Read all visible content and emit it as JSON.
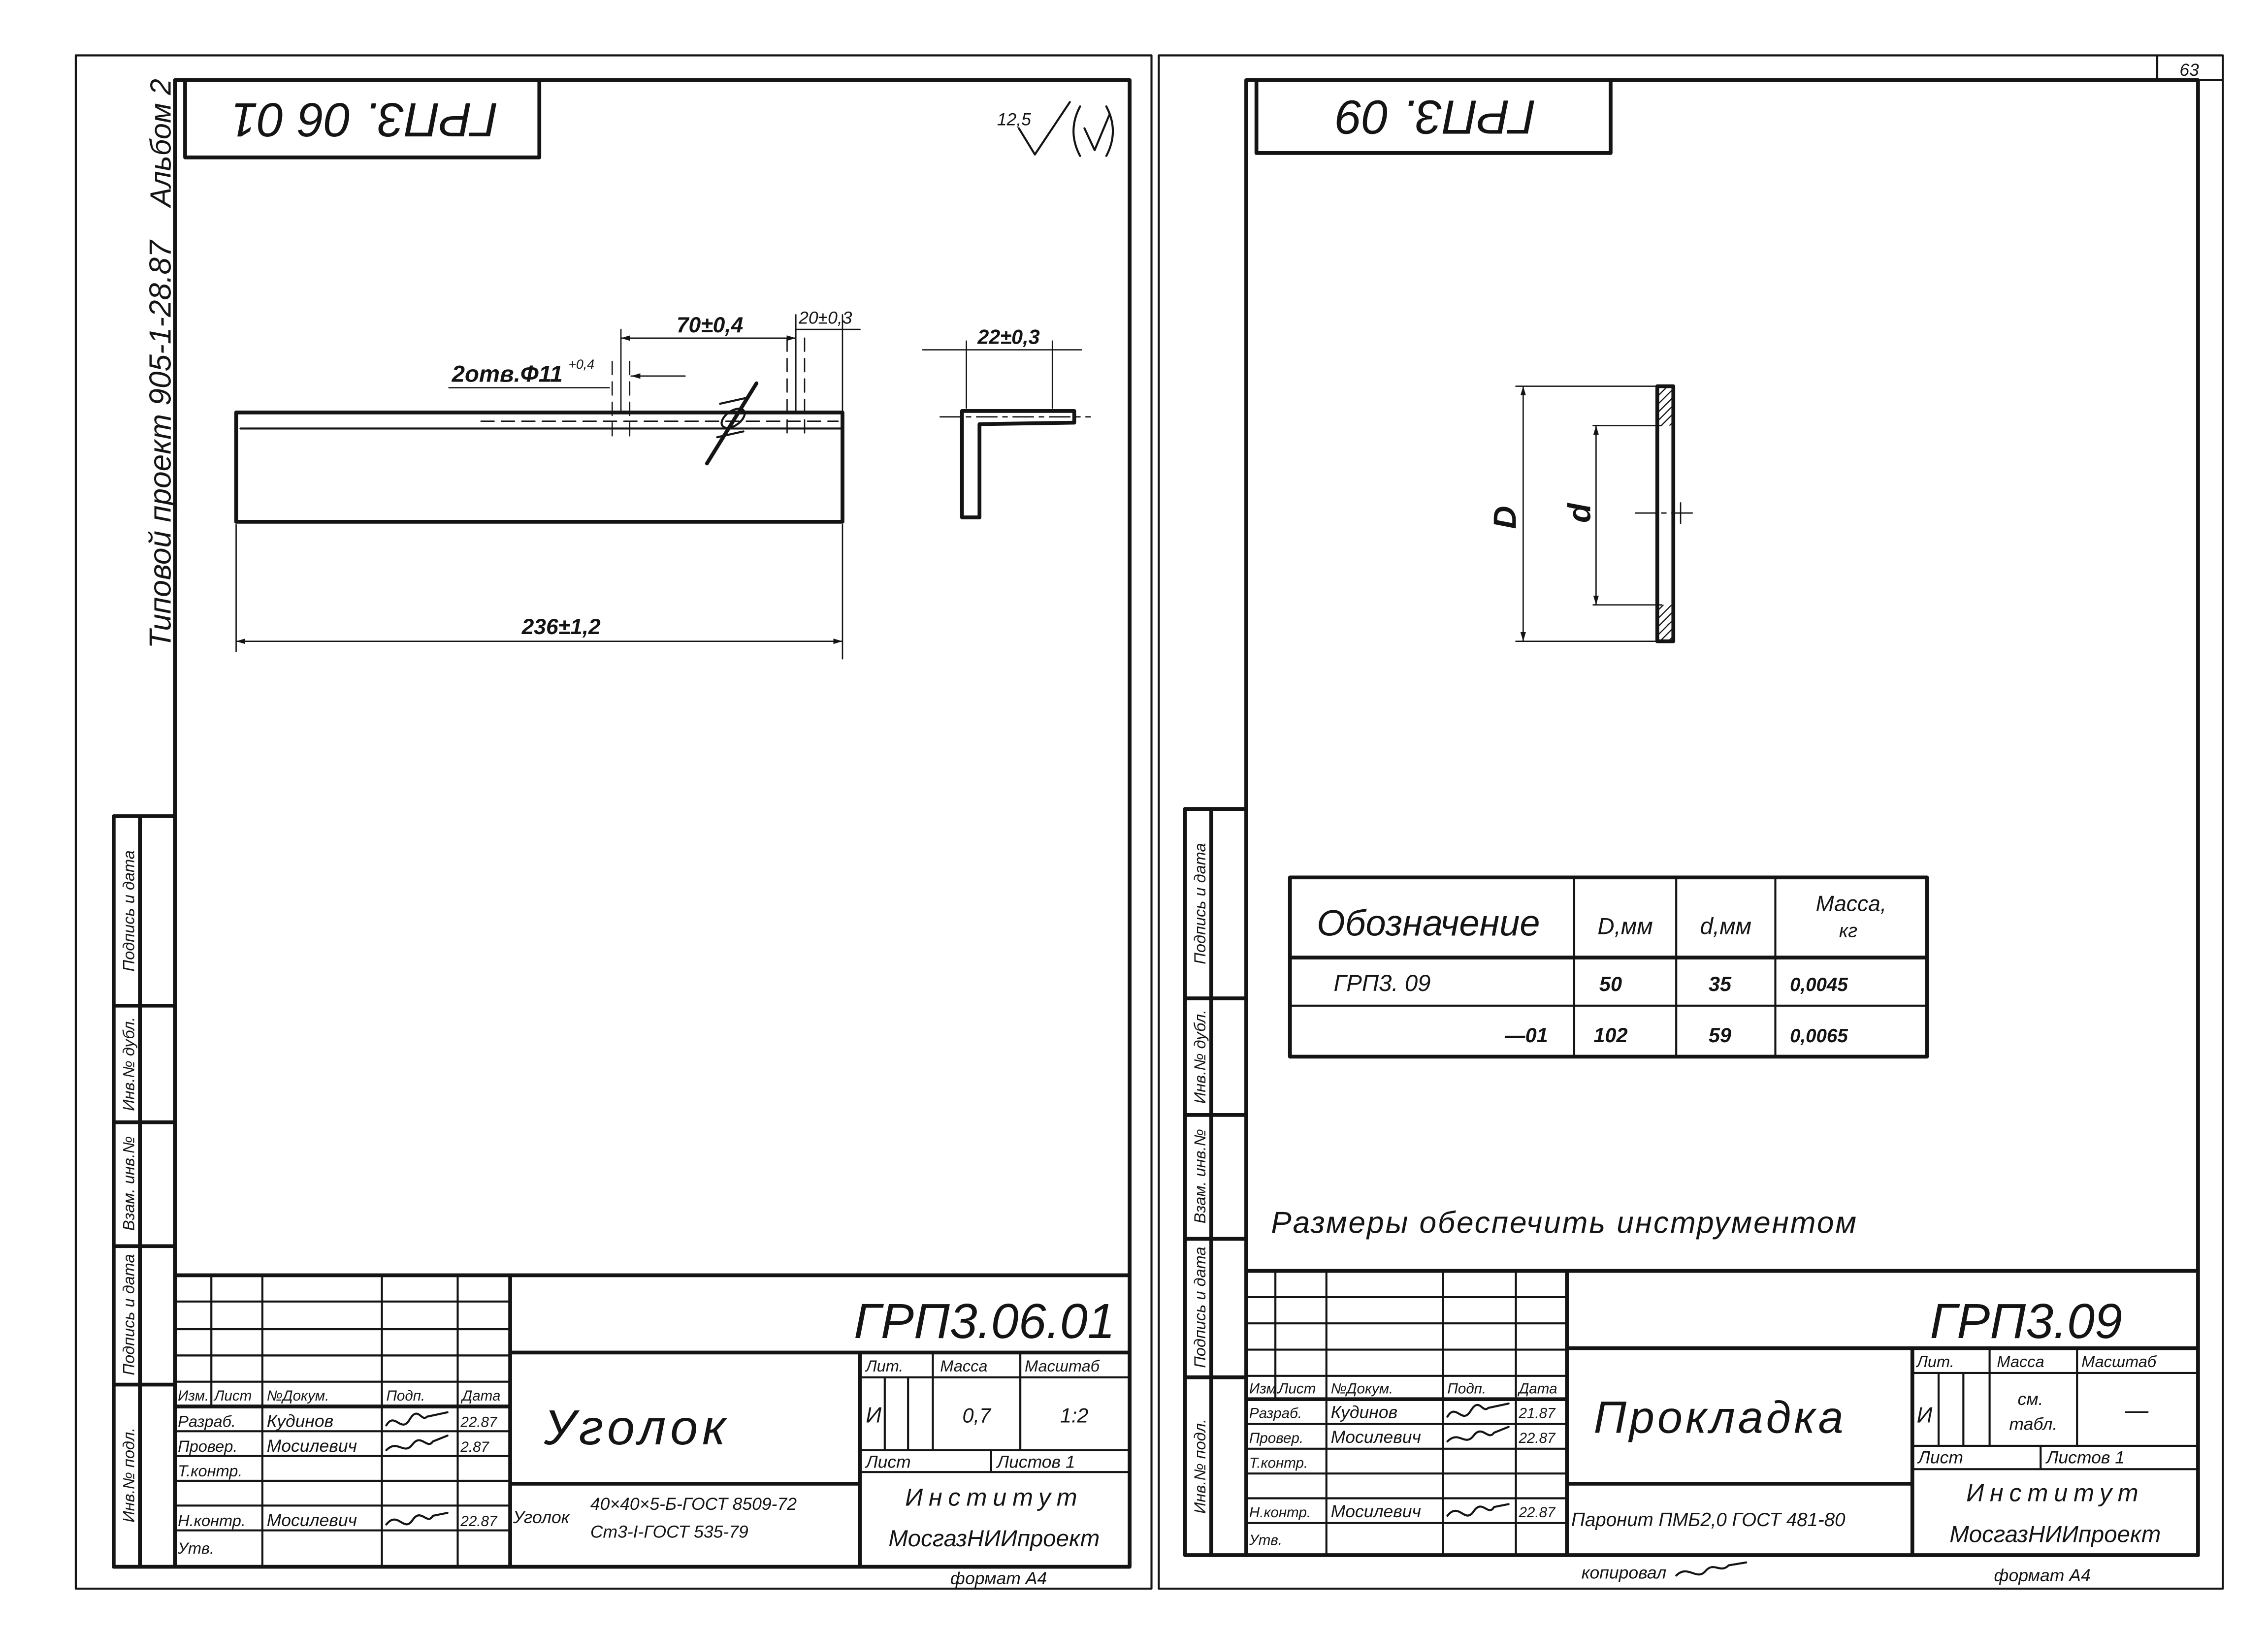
{
  "left": {
    "stamp_code": "ГРП3. 06 01",
    "margin_project": "Типовой проект 905-1-28.87",
    "margin_album": "Альбом 2",
    "roughness": "12,5",
    "holes_label": "2отв.Ф11",
    "holes_tolerance": "+0,4",
    "dim_hole_spacing": "70±0,4",
    "dim_end_offset": "20±0,3",
    "dim_section": "22±0,3",
    "dim_length": "236±1,2",
    "designation": "ГРП3.06.01",
    "name": "Уголок",
    "material_prefix": "Уголок",
    "material_line1": "40×40×5-Б-ГОСТ 8509-72",
    "material_line2": "Ст3-I-ГОСТ 535-79",
    "lit": "И",
    "mass": "0,7",
    "scale": "1:2",
    "signers": [
      {
        "role": "Разраб.",
        "name": "Кудинов",
        "date": "22.87"
      },
      {
        "role": "Провер.",
        "name": "Мосилевич",
        "date": "2.87"
      },
      {
        "role": "Т.контр."
      },
      {
        "role": "Н.контр.",
        "name": "Мосилевич",
        "date": "22.87"
      },
      {
        "role": "Утв."
      }
    ],
    "format": "формат А4"
  },
  "right": {
    "stamp_code": "ГРП3. 09",
    "page_number": "63",
    "label_D": "D",
    "label_d": "d",
    "table": {
      "headers": [
        "Обозначение",
        "D,мм",
        "d,мм"
      ],
      "mass_header_line1": "Масса,",
      "mass_header_line2": "кг",
      "rows": [
        [
          "ГРП3. 09",
          "50",
          "35",
          "0,0045"
        ],
        [
          "—01",
          "102",
          "59",
          "0,0065"
        ]
      ]
    },
    "note": "Размеры обеспечить инструментом",
    "designation": "ГРП3.09",
    "name": "Прокладка",
    "material": "Паронит ПМБ2,0 ГОСТ 481-80",
    "lit": "И",
    "mass_line1": "см.",
    "mass_line2": "табл.",
    "scale": "—",
    "signers": [
      {
        "role": "Разраб.",
        "name": "Кудинов",
        "date": "21.87"
      },
      {
        "role": "Провер.",
        "name": "Мосилевич",
        "date": "22.87"
      },
      {
        "role": "Т.контр."
      },
      {
        "role": "Н.контр.",
        "name": "Мосилевич",
        "date": "22.87"
      },
      {
        "role": "Утв."
      }
    ],
    "copied": "копировал",
    "format": "формат А4"
  },
  "common": {
    "header": [
      "Изм.",
      "Лист",
      "№Докум.",
      "Подп.",
      "Дата"
    ],
    "lit_header": "Лит.",
    "mass_header": "Масса",
    "scale_header": "Масштаб",
    "sheet_label": "Лист",
    "sheets_label": "Листов 1",
    "org_line1": "Институт",
    "org_line2": "МосгазНИИпроект",
    "strip_labels": [
      "Подпись и дата",
      "Инв.№ дубл.",
      "Взам. инв.№",
      "Подпись и дата",
      "Инв.№ подл."
    ]
  }
}
